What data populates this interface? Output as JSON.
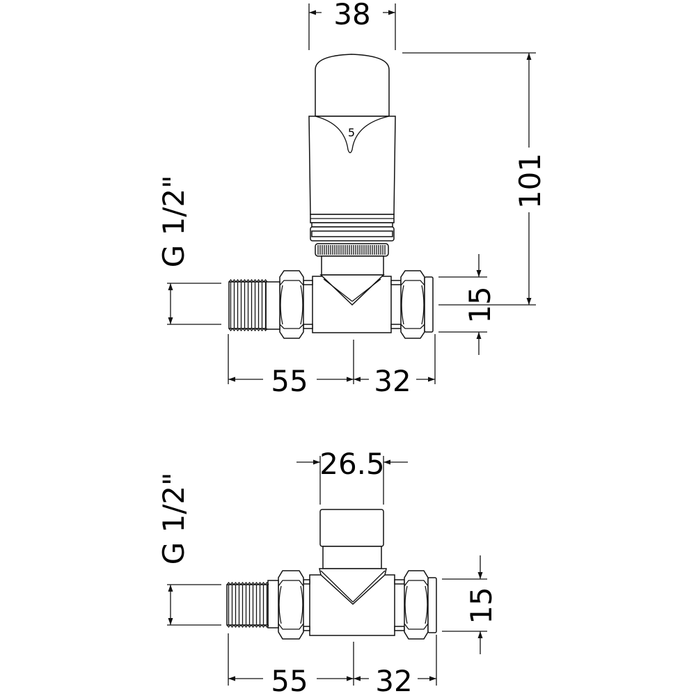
{
  "top_view": {
    "width_label": "38",
    "height_label": "101",
    "pipe_label": "15",
    "thread_label": "G 1/2\"",
    "left_length_label": "55",
    "right_length_label": "32",
    "head_setting": "5"
  },
  "bottom_view": {
    "width_label": "26.5",
    "pipe_label": "15",
    "thread_label": "G 1/2\"",
    "left_length_label": "55",
    "right_length_label": "32"
  }
}
